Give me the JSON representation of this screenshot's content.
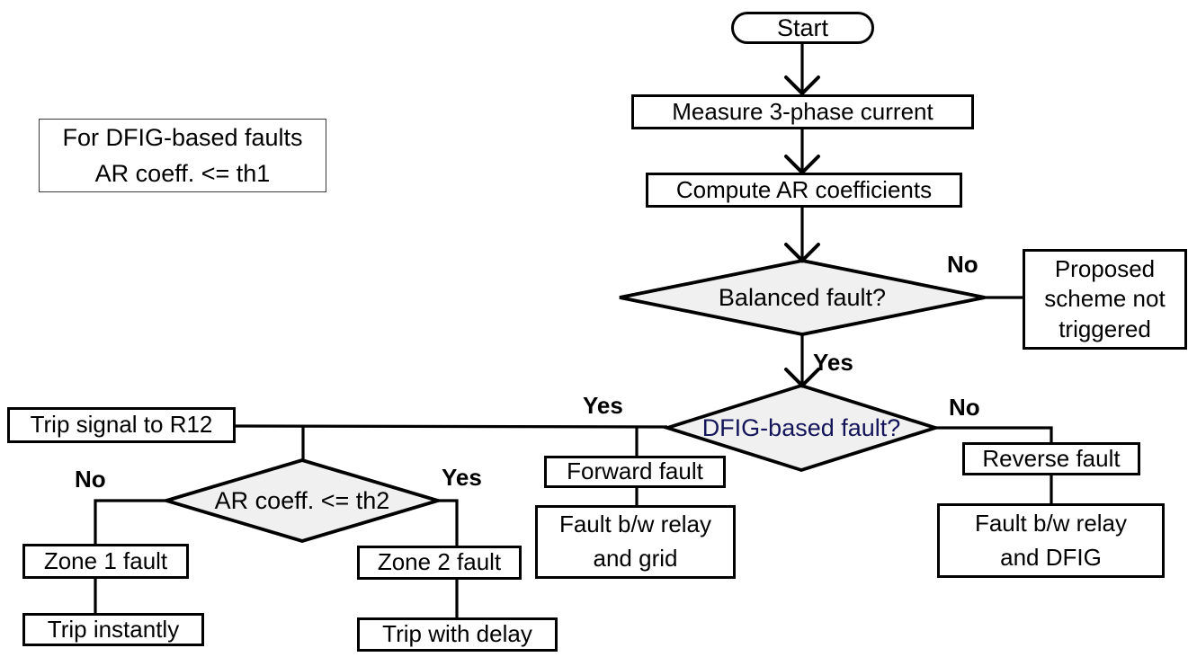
{
  "colors": {
    "background": "#ffffff",
    "stroke": "#000000",
    "diamond_fill": "#f0f0f0",
    "box_fill": "#ffffff",
    "text": "#000000",
    "dfig_question_text": "#14145a"
  },
  "nodes": {
    "start": "Start",
    "measure": "Measure 3-phase  current",
    "compute": "Compute AR coefficients",
    "balanced_question": "Balanced fault?",
    "proposed": "Proposed\nscheme not\ntriggered",
    "dfig_question": "DFIG-based fault?",
    "trip_signal": "Trip signal to R12",
    "ar2_question": "AR coeff. <= th2",
    "zone1": "Zone 1 fault",
    "trip_instantly": "Trip instantly",
    "zone2": "Zone 2 fault",
    "trip_delay": "Trip with delay",
    "forward": "Forward fault",
    "fault_grid": "Fault b/w relay\nand grid",
    "reverse": "Reverse fault",
    "fault_dfig": "Fault b/w relay\nand DFIG",
    "note": "For DFIG-based faults\nAR coeff. <= th1"
  },
  "edge_labels": {
    "balanced_no": "No",
    "balanced_yes": "Yes",
    "dfig_yes": "Yes",
    "dfig_no": "No",
    "ar2_no": "No",
    "ar2_yes": "Yes"
  }
}
